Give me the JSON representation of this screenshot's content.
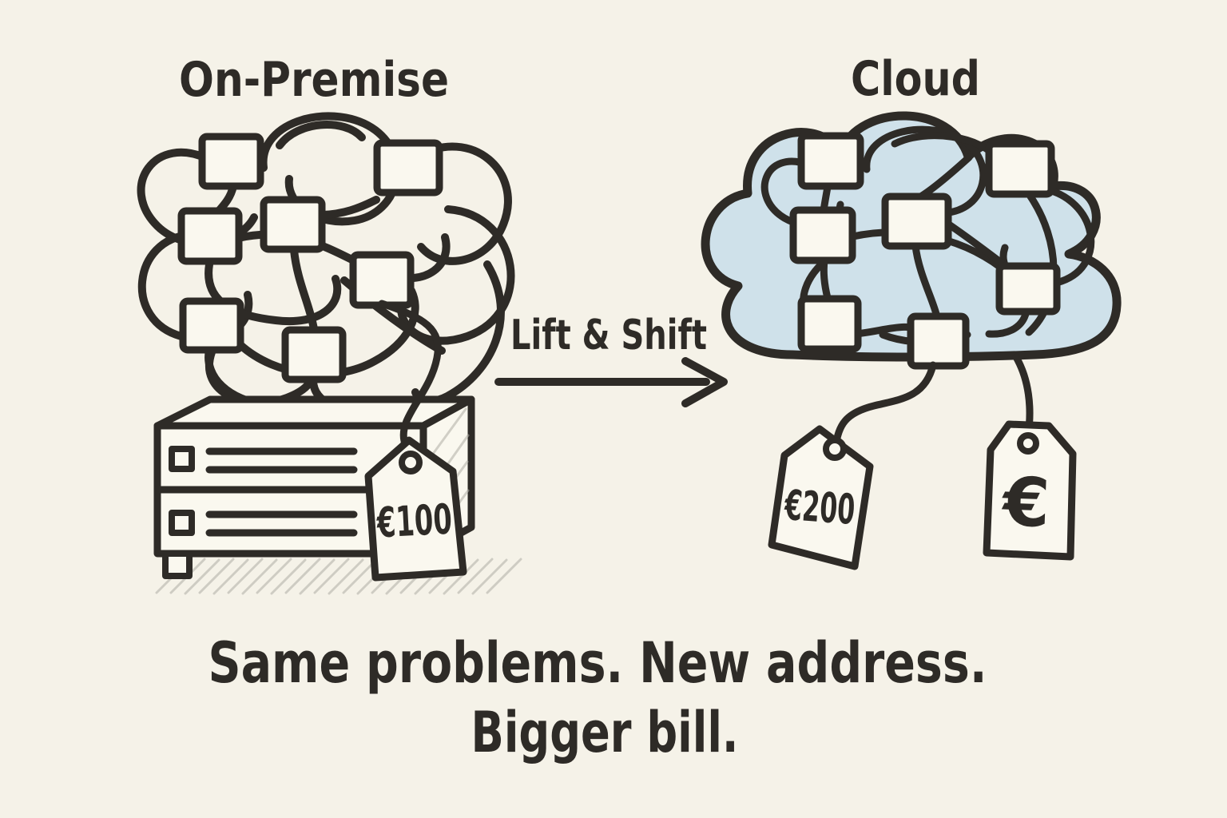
{
  "illustration": {
    "left_panel": {
      "title": "On-Premise",
      "price_tag": "€100"
    },
    "right_panel": {
      "title": "Cloud",
      "price_tag_primary": "€200",
      "price_tag_secondary": "€"
    },
    "transition": {
      "label": "Lift & Shift"
    },
    "caption": {
      "line1": "Same problems. New address.",
      "line2": "Bigger bill."
    },
    "colors": {
      "paper": "#f5f2e8",
      "ink": "#2e2b27",
      "cloud_fill": "#cfe1ea",
      "node_fill": "#faf8ef",
      "shadow": "#b0aea5"
    }
  }
}
